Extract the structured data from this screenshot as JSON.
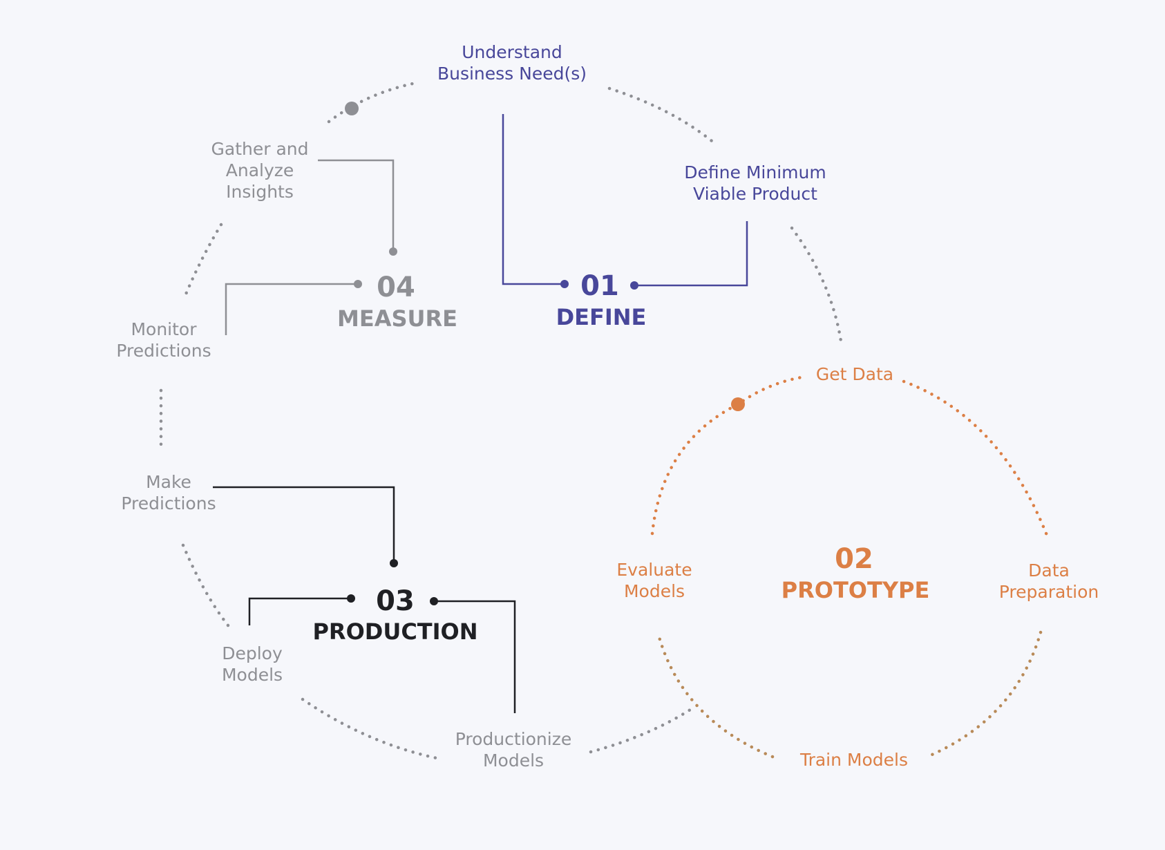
{
  "colors": {
    "define": "#48479a",
    "measure": "#8e8f94",
    "production": "#1f2024",
    "prototype": "#dc7f45",
    "gray_steps": "#8e8f94",
    "background": "#f6f7fb"
  },
  "phases": {
    "define": {
      "number": "01",
      "name": "DEFINE"
    },
    "prototype": {
      "number": "02",
      "name": "PROTOTYPE"
    },
    "production": {
      "number": "03",
      "name": "PRODUCTION"
    },
    "measure": {
      "number": "04",
      "name": "MEASURE"
    }
  },
  "steps": {
    "understand": [
      "Understand",
      "Business Need(s)"
    ],
    "define_mvp": [
      "Define Minimum",
      "Viable Product"
    ],
    "get_data": [
      "Get Data"
    ],
    "data_prep": [
      "Data",
      "Preparation"
    ],
    "train": [
      "Train Models"
    ],
    "evaluate": [
      "Evaluate",
      "Models"
    ],
    "productionize": [
      "Productionize",
      "Models"
    ],
    "deploy": [
      "Deploy",
      "Models"
    ],
    "make_pred": [
      "Make",
      "Predictions"
    ],
    "monitor": [
      "Monitor",
      "Predictions"
    ],
    "gather": [
      "Gather and",
      "Analyze",
      "Insights"
    ]
  }
}
